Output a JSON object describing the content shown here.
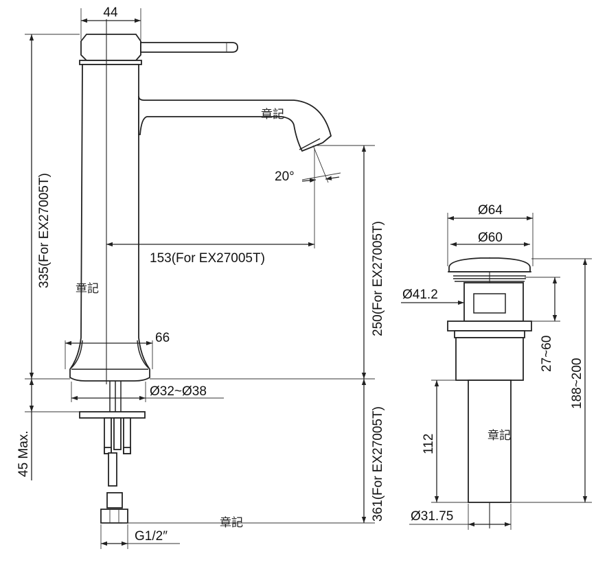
{
  "dimensions": {
    "top_width": "44",
    "total_height": "335(For EX27005T)",
    "spout_angle": "20°",
    "spout_reach": "153(For EX27005T)",
    "spout_height": "250(For EX27005T)",
    "base_width": "66",
    "hole_diameter": "Ø32~Ø38",
    "deck_max": "45 Max.",
    "body_length": "361(For EX27005T)",
    "inlet_thread": "G1/2″",
    "drain_cap_outer": "Ø64",
    "drain_cap_inner": "Ø60",
    "drain_body": "Ø41.2",
    "drain_clamp": "27~60",
    "drain_total": "188~200",
    "drain_tail": "112",
    "drain_pipe": "Ø31.75"
  },
  "watermarks": [
    "章記",
    "章記",
    "章記",
    "章記"
  ]
}
